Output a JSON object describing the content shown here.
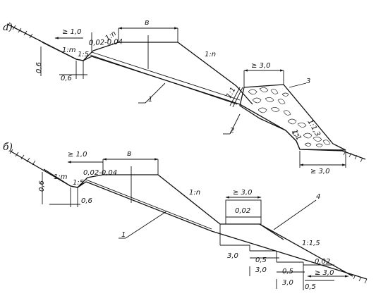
{
  "section_a": {
    "letter": "a)",
    "berm_min": "≥ 1,0",
    "crossfall": "0,02-0,04",
    "crest_width": "в",
    "slope_ditch_in": "1:m",
    "slope_ditch_out": "1:5",
    "slope_embank_left": "1:n",
    "slope_embank_right": "1:n",
    "ditch_depth": "0,6",
    "ditch_bottom": "0,6",
    "berm_right": "≥ 3,0",
    "slope_core": "1:1",
    "slope_fill": "1:1,3",
    "slope_toe": "1:1",
    "toe_width": "≥ 3,0",
    "callout_1": "1",
    "callout_2": "2",
    "callout_3": "3"
  },
  "section_b": {
    "letter": "б)",
    "berm_min": "≥ 1,0",
    "crossfall": "0,02-0,04",
    "crest_width": "в",
    "slope_ditch_in": "1:m",
    "slope_ditch_out": "1:5",
    "slope_embank": "1:n",
    "ditch_depth": "0,6",
    "ditch_bottom": "0,6",
    "berm_top": "≥ 3,0",
    "berm_top_slope": "0,02",
    "slope_berm": "1:1,5",
    "step_1": "3,0",
    "step_2": "0,5",
    "step_3": "3,0",
    "step_4": "0,5",
    "step_5": "3,0",
    "step_6": "0,5",
    "toe_slope": "0,02",
    "toe_width": "≥ 3,0",
    "callout_1": "1",
    "callout_4": "4"
  }
}
